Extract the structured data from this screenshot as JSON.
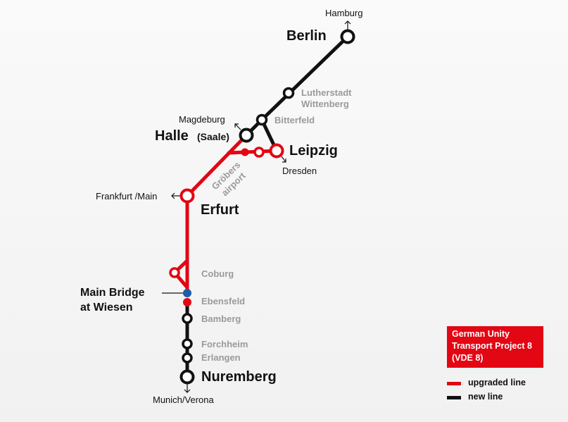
{
  "stations": {
    "berlin": "Berlin",
    "lutherstadt_1": "Lutherstadt",
    "lutherstadt_2": "Wittenberg",
    "bitterfeld": "Bitterfeld",
    "halle": "Halle",
    "halle_suffix": "(Saale)",
    "leipzig": "Leipzig",
    "grobers_1": "Gröbers",
    "grobers_2": "airport",
    "erfurt": "Erfurt",
    "coburg": "Coburg",
    "main_bridge_1": "Main Bridge",
    "main_bridge_2": "at Wiesen",
    "ebensfeld": "Ebensfeld",
    "bamberg": "Bamberg",
    "forchheim": "Forchheim",
    "erlangen": "Erlangen",
    "nuremberg": "Nuremberg"
  },
  "connections": {
    "hamburg": "Hamburg",
    "magdeburg": "Magdeburg",
    "dresden": "Dresden",
    "frankfurt": "Frankfurt /Main",
    "munich": "Munich/Verona"
  },
  "legend": {
    "title_1": "German Unity",
    "title_2": "Transport Project 8",
    "title_3": "(VDE 8)",
    "upgraded": "upgraded line",
    "new": "new line"
  },
  "colors": {
    "upgraded_line": "#e30613",
    "new_line": "#111111",
    "main_bridge": "#1a5fa8"
  }
}
